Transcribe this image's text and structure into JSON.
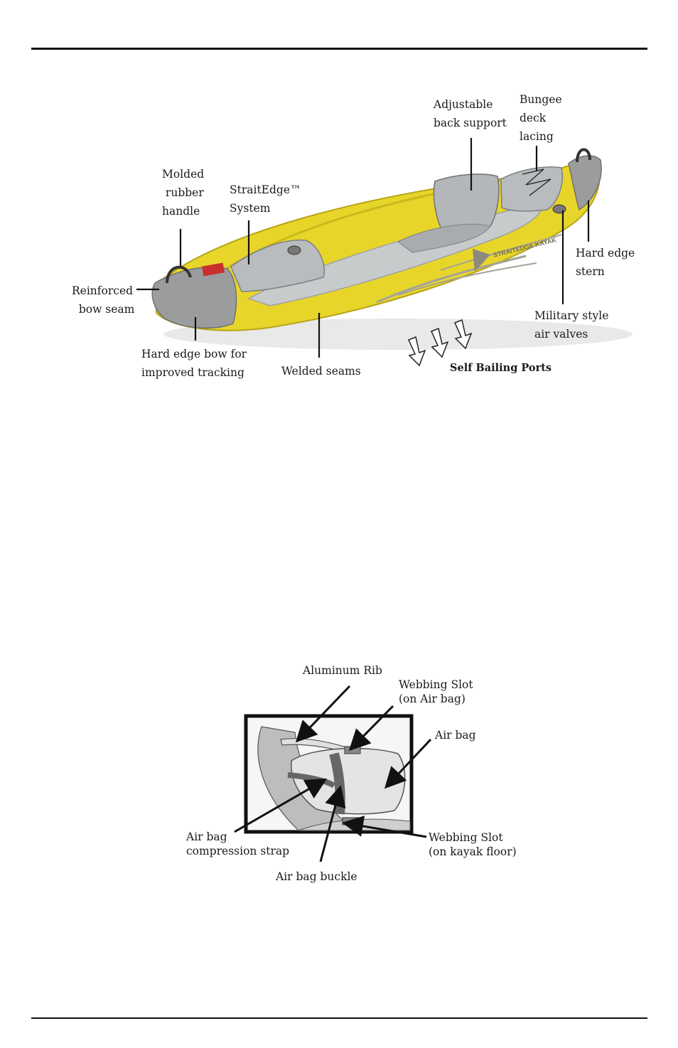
{
  "kayak_callouts": {
    "adjustable_back_support": "Adjustable\nback support",
    "bungee_deck_lacing": "Bungee\ndeck\nlacing",
    "molded_rubber_handle": "Molded\n rubber\nhandle",
    "straitedge_system": "StraitEdge™\nSystem",
    "hard_edge_stern": "Hard edge\nstern",
    "reinforced_bow_seam": "Reinforced\n  bow seam",
    "military_air_valves": "Military style\nair valves",
    "hard_edge_bow": "Hard edge bow for\nimproved tracking",
    "welded_seams": "Welded seams",
    "self_bailing_ports": "Self Bailing Ports",
    "hull_brand_text": "STRAITEDGE KAYAK"
  },
  "airbag_callouts": {
    "aluminum_rib": "Aluminum Rib",
    "webbing_slot_airbag": "Webbing Slot\n(on Air bag)",
    "air_bag": "Air bag",
    "compression_strap": "Air bag\ncompression strap",
    "webbing_slot_floor": "Webbing Slot\n(on kayak floor)",
    "air_bag_buckle": "Air bag buckle"
  },
  "colors": {
    "hull_yellow": "#e8d52a",
    "hull_grey": "#9a9c9e",
    "floor_grey": "#c8cbcc"
  }
}
